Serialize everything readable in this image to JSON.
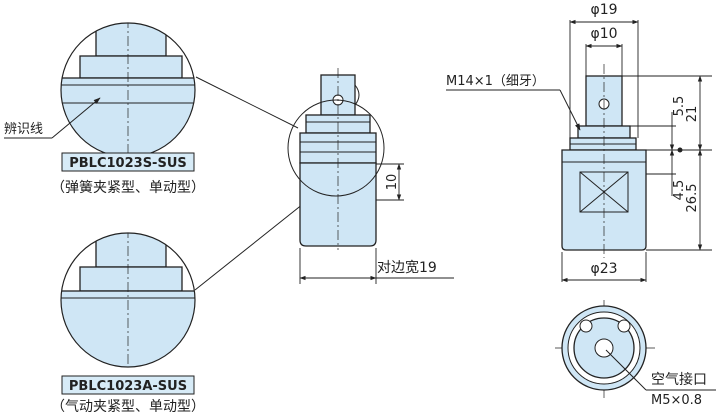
{
  "labels": {
    "identification_line": "辨识线",
    "model_s": "PBLC1023S-SUS",
    "model_s_desc": "（弹簧夹紧型、单动型）",
    "model_a": "PBLC1023A-SUS",
    "model_a_desc": "（气动夹紧型、单动型）",
    "across_flats": "对边宽19",
    "thread": "M14×1（细牙）",
    "air_port": "空气接口",
    "air_port_thread": "M5×0.8"
  },
  "dimensions": {
    "d19": "φ19",
    "d10": "φ10",
    "d23": "φ23",
    "h10": "10",
    "h5_5": "5.5",
    "h21": "21",
    "h4_5": "4.5",
    "h26_5": "26.5"
  }
}
